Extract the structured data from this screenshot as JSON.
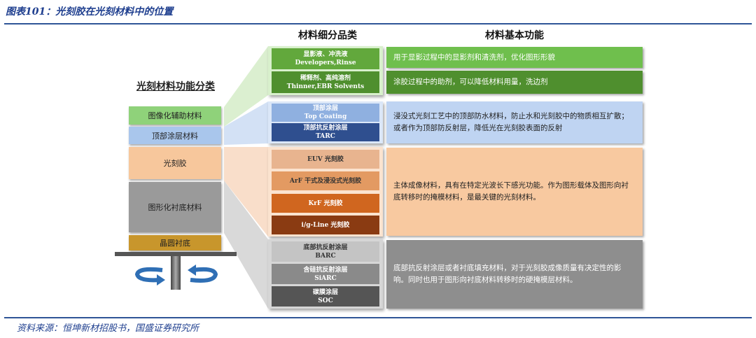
{
  "figure_title": "图表101：光刻胶在光刻材料中的位置",
  "source_note": "资料来源：恒坤新材招股书，国盛证券研究所",
  "headers": {
    "left": "光刻材料功能分类",
    "middle": "材料细分品类",
    "right": "材料基本功能"
  },
  "stack": [
    {
      "label": "图像化辅助材料",
      "color": "#8fd27a"
    },
    {
      "label": "顶部涂层材料",
      "color": "#a9c6ec"
    },
    {
      "label": "光刻胶",
      "color": "#f7c79c"
    },
    {
      "label": "图形化衬底材料",
      "color": "#9a9a9a"
    },
    {
      "label": "晶圆衬底",
      "color": "#c8962c"
    }
  ],
  "groups": [
    {
      "panel_color": "#d8f0cc",
      "fn_color": "#6fbf4d",
      "items": [
        {
          "line1": "显影液、冲洗液",
          "line2": "Developers,Rinse",
          "color": "#62a83c"
        },
        {
          "line1": "稀释剂、高纯溶剂",
          "line2": "Thinner,EBR Solvents",
          "color": "#4f8f2e"
        }
      ],
      "fn": [
        "用于显影过程中的显影剂和清洗剂，优化图形形貌",
        "涂胶过程中的助剂，可以降低材料用量，洗边剂"
      ]
    },
    {
      "panel_color": "#dbe7f8",
      "fn_color": "#bfd4f2",
      "items": [
        {
          "line1": "顶部涂层",
          "line2": "Top Coating",
          "color": "#8fb0e0"
        },
        {
          "line1": "顶部抗反射涂层",
          "line2": "TARC",
          "color": "#2f4f8f"
        }
      ],
      "fn": [
        "浸没式光刻工艺中的顶部防水材料，防止水和光刻胶中的物质相互扩散；或者作为顶部防反射层，降低光在光刻胶表面的反射"
      ]
    },
    {
      "panel_color": "#fbe3cf",
      "fn_color": "#f8c9a0",
      "items": [
        {
          "line1": "EUV 光刻胶",
          "line2": "",
          "color": "#e8b48f"
        },
        {
          "line1": "ArF 干式及浸没式光刻胶",
          "line2": "",
          "color": "#e39a62"
        },
        {
          "line1": "KrF 光刻胶",
          "line2": "",
          "color": "#d0661f"
        },
        {
          "line1": "i/g-Line 光刻胶",
          "line2": "",
          "color": "#8a3b12"
        }
      ],
      "fn": [
        "主体成像材料，具有在特定光波长下感光功能。作为图形载体及图形向衬底转移时的掩模材料，是最关键的光刻材料。"
      ]
    },
    {
      "panel_color": "#d6d6d6",
      "fn_color": "#8e8e8e",
      "items": [
        {
          "line1": "底部抗反射涂层",
          "line2": "BARC",
          "color": "#c4c4c4"
        },
        {
          "line1": "含硅抗反射涂层",
          "line2": "SiARC",
          "color": "#8a8a8a"
        },
        {
          "line1": "碳膜涂层",
          "line2": "SOC",
          "color": "#555555"
        }
      ],
      "fn": [
        "底部抗反射涂层或者衬底填充材料，对于光刻胶成像质量有决定性的影响。同时也用于图形向衬底材料转移时的硬掩模层材料。"
      ]
    }
  ]
}
